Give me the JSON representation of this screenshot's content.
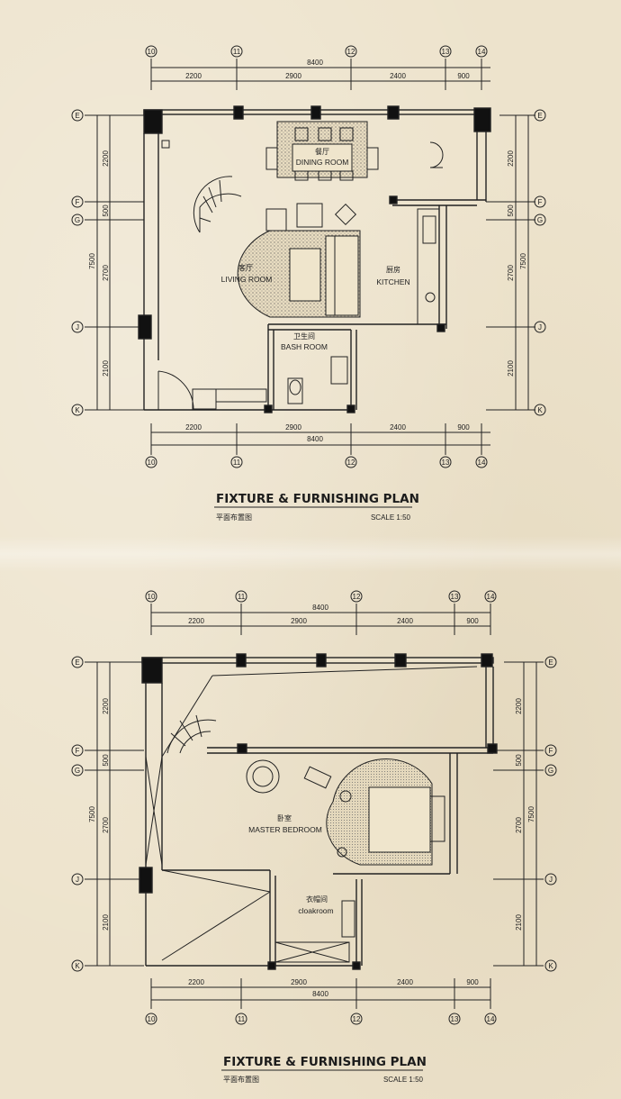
{
  "plans": [
    {
      "title": "FIXTURE & FURNISHING PLAN",
      "subtitle_cn": "平面布置图",
      "scale": "SCALE 1:50",
      "grid_axes": [
        "10",
        "11",
        "12",
        "13",
        "14"
      ],
      "row_axes": [
        "E",
        "F",
        "G",
        "J",
        "K"
      ],
      "top_total": "8400",
      "top_segments": [
        "2200",
        "2900",
        "2400",
        "900"
      ],
      "side_segments": [
        "2200",
        "500",
        "2700",
        "2100"
      ],
      "side_total": "7500",
      "rooms": [
        {
          "cn": "餐厅",
          "en": "DINING ROOM"
        },
        {
          "cn": "客厅",
          "en": "LIVING ROOM"
        },
        {
          "cn": "厨房",
          "en": "KITCHEN"
        },
        {
          "cn": "卫生间",
          "en": "BASH ROOM"
        }
      ]
    },
    {
      "title": "FIXTURE & FURNISHING PLAN",
      "subtitle_cn": "平面布置图",
      "scale": "SCALE 1:50",
      "grid_axes": [
        "10",
        "11",
        "12",
        "13",
        "14"
      ],
      "row_axes": [
        "E",
        "F",
        "G",
        "J",
        "K"
      ],
      "top_total": "8400",
      "top_segments": [
        "2200",
        "2900",
        "2400",
        "900"
      ],
      "side_segments": [
        "2200",
        "500",
        "2700",
        "2100"
      ],
      "side_total": "7500",
      "rooms": [
        {
          "cn": "卧室",
          "en": "MASTER BEDROOM"
        },
        {
          "cn": "衣帽间",
          "en": "cloakroom"
        }
      ]
    }
  ]
}
